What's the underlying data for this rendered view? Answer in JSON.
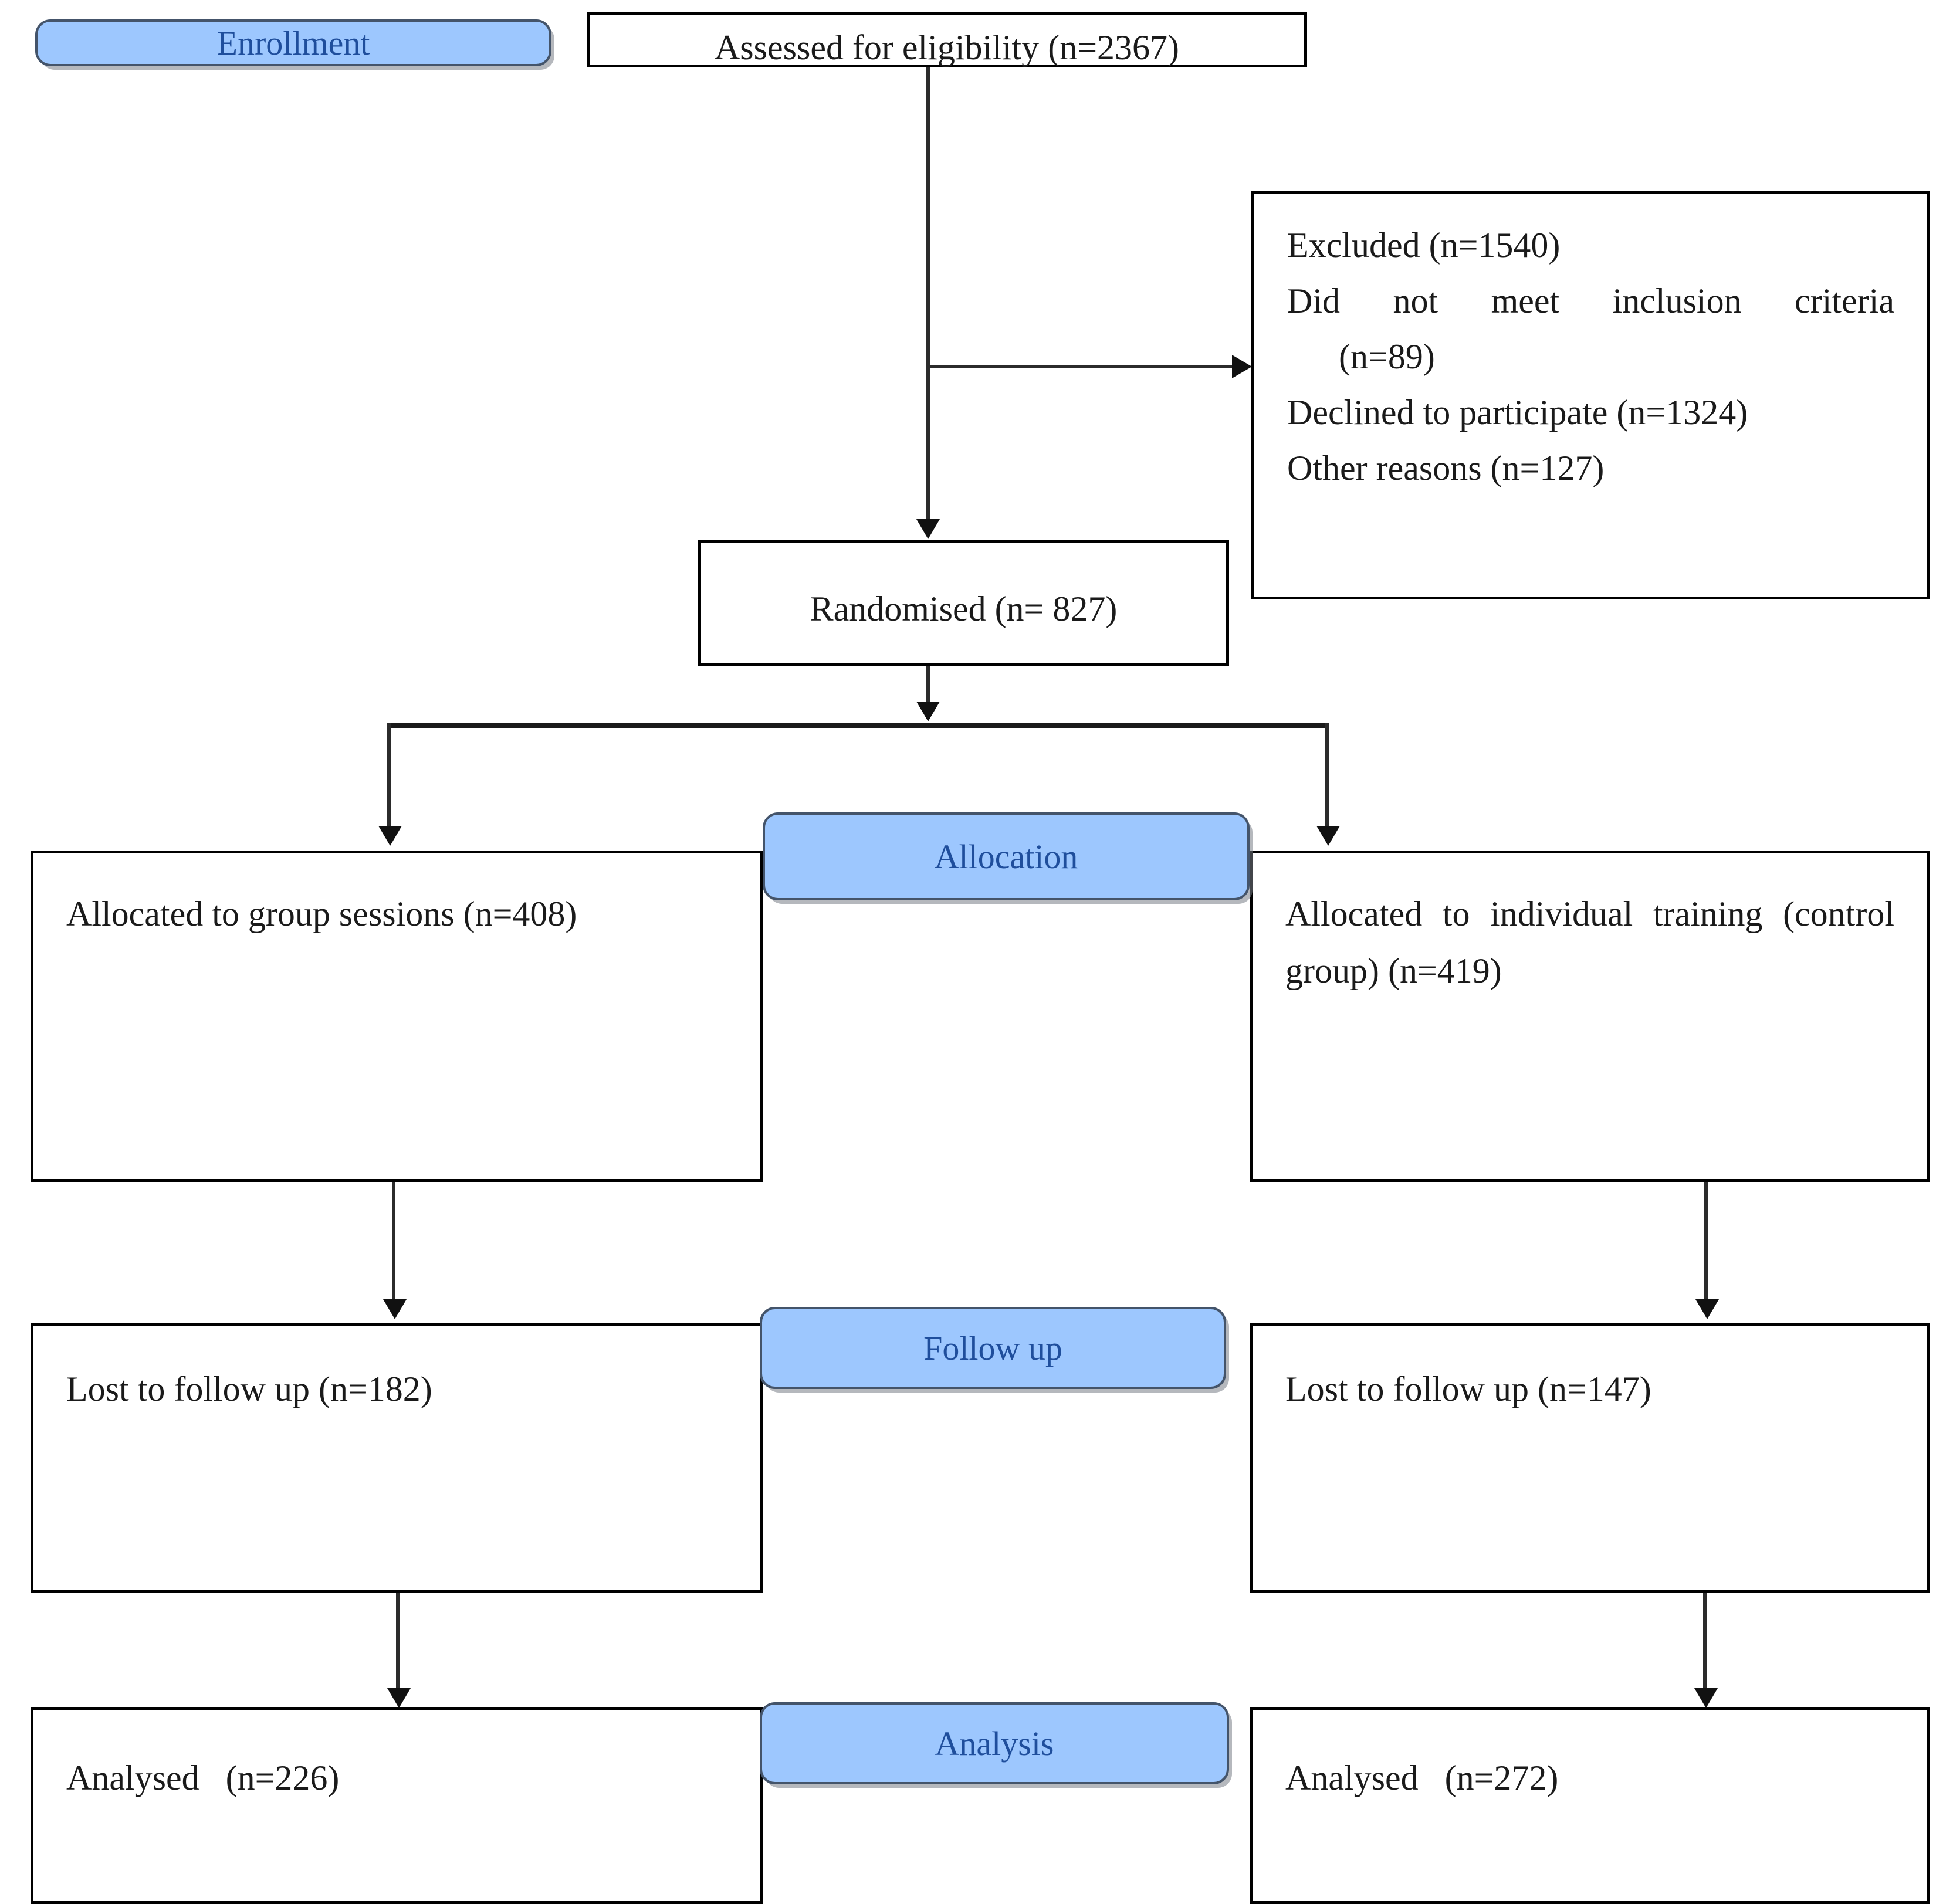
{
  "diagram": {
    "title": "CONSORT participant flow diagram",
    "accent_blue": "#9DC7FE",
    "badge_text_color": "#1F4E9C",
    "box_border_color": "#000000"
  },
  "stages": {
    "enrollment": "Enrollment",
    "allocation": "Allocation",
    "follow_up": "Follow up",
    "analysis": "Analysis"
  },
  "nodes": {
    "assessed": "Assessed for eligibility (n=2367)",
    "excluded_title": "Excluded (n=1540)",
    "excluded_reason_1": "Did not meet inclusion criteria",
    "excluded_reason_1_count": "(n=89)",
    "excluded_reason_2": "Declined to participate (n=1324)",
    "excluded_reason_3": "Other reasons (n=127)",
    "randomised": "Randomised (n= 827)",
    "allocated_left": "Allocated to group sessions (n=408)",
    "allocated_right": "Allocated to individual training (control group) (n=419)",
    "lost_left": "Lost to follow up (n=182)",
    "lost_right": "Lost to follow up (n=147)",
    "analysed_left": "Analysed   (n=226)",
    "analysed_right": "Analysed   (n=272)"
  },
  "chart_data": {
    "type": "diagram",
    "title": "CONSORT flow diagram",
    "flow": [
      {
        "stage": "Enrollment",
        "label": "Assessed for eligibility",
        "n": 2367
      },
      {
        "stage": "Enrollment",
        "label": "Excluded",
        "n": 1540
      },
      {
        "stage": "Enrollment",
        "label": "Did not meet inclusion criteria",
        "n": 89
      },
      {
        "stage": "Enrollment",
        "label": "Declined to participate",
        "n": 1324
      },
      {
        "stage": "Enrollment",
        "label": "Other reasons",
        "n": 127
      },
      {
        "stage": "Enrollment",
        "label": "Randomised",
        "n": 827
      },
      {
        "stage": "Allocation",
        "arm": "intervention",
        "label": "Allocated to group sessions",
        "n": 408
      },
      {
        "stage": "Allocation",
        "arm": "control",
        "label": "Allocated to individual training (control group)",
        "n": 419
      },
      {
        "stage": "Follow up",
        "arm": "intervention",
        "label": "Lost to follow up",
        "n": 182
      },
      {
        "stage": "Follow up",
        "arm": "control",
        "label": "Lost to follow up",
        "n": 147
      },
      {
        "stage": "Analysis",
        "arm": "intervention",
        "label": "Analysed",
        "n": 226
      },
      {
        "stage": "Analysis",
        "arm": "control",
        "label": "Analysed",
        "n": 272
      }
    ]
  }
}
